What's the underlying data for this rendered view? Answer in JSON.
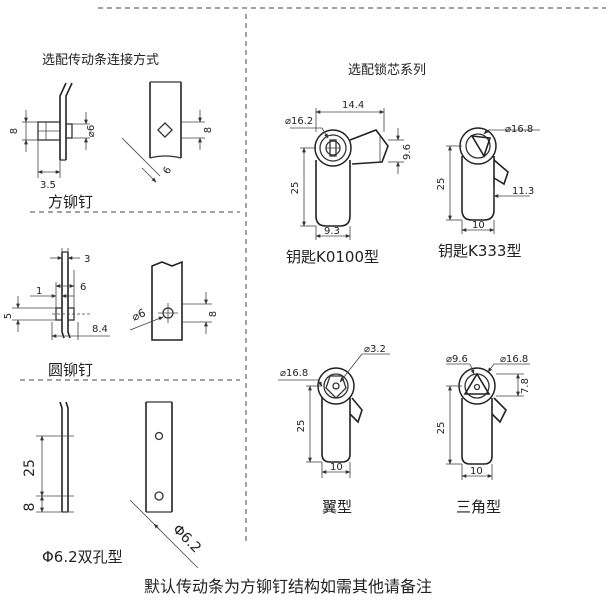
{
  "left_section": {
    "header": "选配传动条连接方式",
    "square_rivet": {
      "label": "方铆钉",
      "dims": {
        "a": "8",
        "b": "3.5",
        "c": "⌀6",
        "d": "8",
        "e": "6"
      }
    },
    "round_rivet": {
      "label": "圆铆钉",
      "dims": {
        "a": "3",
        "b": "6",
        "c": "1",
        "d": "5",
        "e": "8.4",
        "f": "⌀6",
        "g": "8"
      }
    },
    "double_hole": {
      "label": "Φ6.2双孔型",
      "dims": {
        "a": "25",
        "b": "8",
        "c": "Φ6.2"
      }
    }
  },
  "right_section": {
    "header": "选配锁芯系列",
    "k0100": {
      "label": "钥匙K0100型",
      "dims": {
        "a": "⌀16.2",
        "b": "14.4",
        "c": "9.6",
        "d": "25",
        "e": "9.3"
      }
    },
    "k333": {
      "label": "钥匙K333型",
      "dims": {
        "a": "⌀16.8",
        "b": "25",
        "c": "11.3",
        "d": "10"
      }
    },
    "wing": {
      "label": "翼型",
      "dims": {
        "a": "⌀3.2",
        "b": "⌀16.8",
        "c": "25",
        "d": "10"
      }
    },
    "triangle": {
      "label": "三角型",
      "dims": {
        "a": "⌀9.6",
        "b": "⌀16.8",
        "c": "7.8",
        "d": "25",
        "e": "10"
      }
    }
  },
  "footer_note": "默认传动条为方铆钉结构如需其他请备注"
}
